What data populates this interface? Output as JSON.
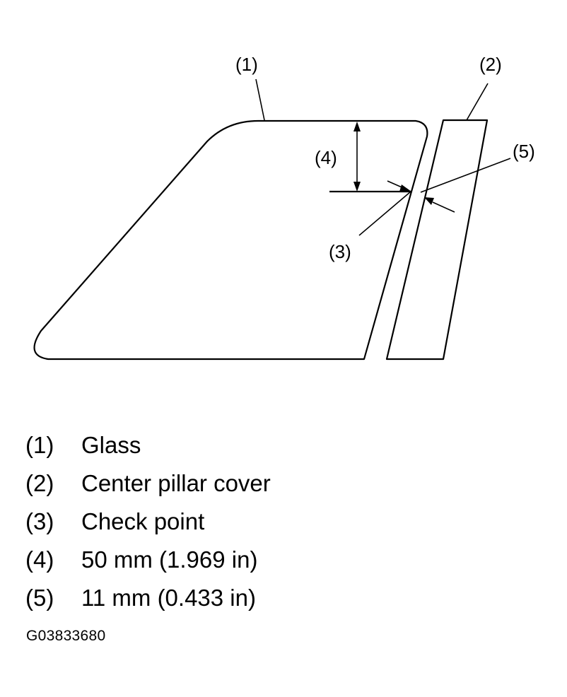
{
  "callouts": {
    "c1": "(1)",
    "c2": "(2)",
    "c3": "(3)",
    "c4": "(4)",
    "c5": "(5)"
  },
  "legend": [
    {
      "num": "(1)",
      "text": "Glass"
    },
    {
      "num": "(2)",
      "text": "Center pillar cover"
    },
    {
      "num": "(3)",
      "text": "Check point"
    },
    {
      "num": "(4)",
      "text": "50 mm (1.969 in)"
    },
    {
      "num": "(5)",
      "text": "11 mm (0.433 in)"
    }
  ],
  "figure_id": "G03833680",
  "colors": {
    "line": "#000000",
    "background": "#ffffff"
  }
}
